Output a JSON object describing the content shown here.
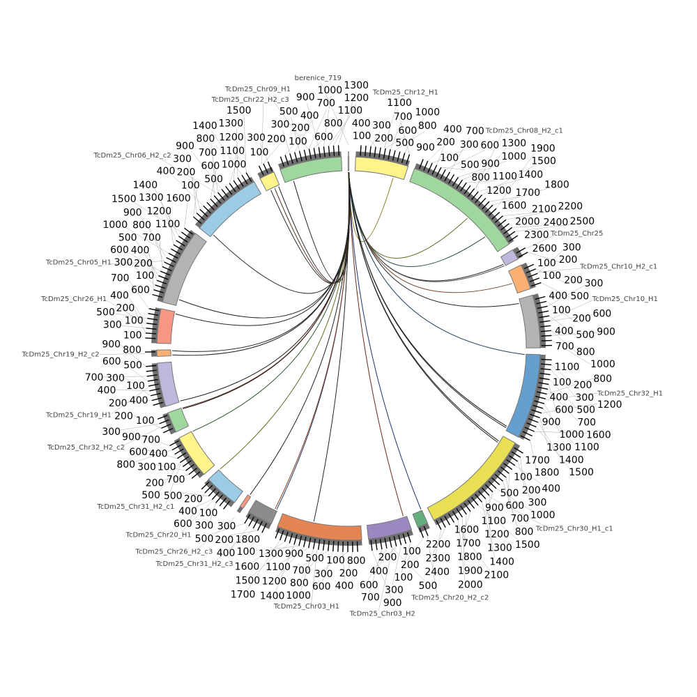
{
  "tick_interval": 100,
  "segments": [
    {
      "name": "berenice_719",
      "length": 20,
      "color": "#f0f0f0",
      "ticks": false
    },
    {
      "name": "TcDm25_Chr12_H1",
      "length": 1150,
      "color": "#fff38a"
    },
    {
      "name": "TcDm25_Chr08_H2_c1",
      "length": 2650,
      "color": "#9fd79f"
    },
    {
      "name": "TcDm25_Chr25",
      "length": 230,
      "color": "#bcb9dc"
    },
    {
      "name": "TcDm25_Chr10_H2_c1",
      "length": 550,
      "color": "#fcaf72"
    },
    {
      "name": "TcDm25_Chr10_H1",
      "length": 1150,
      "color": "#b3b3b3"
    },
    {
      "name": "TcDm25_Chr32_H1",
      "length": 1850,
      "color": "#649fcf"
    },
    {
      "name": "TcDm25_Chr30_H1_c1",
      "length": 2450,
      "color": "#e9df54"
    },
    {
      "name": "TcDm25_Chr20_H2_c2",
      "length": 230,
      "color": "#67ae7d"
    },
    {
      "name": "TcDm25_Chr03_H2",
      "length": 950,
      "color": "#9b88c1"
    },
    {
      "name": "TcDm25_Chr03_H1",
      "length": 1850,
      "color": "#e38552"
    },
    {
      "name": "TcDm25_Chr31_H2_c3",
      "length": 550,
      "color": "#8c8c8c"
    },
    {
      "name": "TcDm25_Chr26_H2_c3",
      "length": 80,
      "color": "#f79682",
      "ticks": false
    },
    {
      "name": "TcDm25_Chr20_H1",
      "length": 750,
      "color": "#9ccbe5"
    },
    {
      "name": "TcDm25_Chr31_H2_c1",
      "length": 950,
      "color": "#fff38a"
    },
    {
      "name": "TcDm25_Chr32_H2_c2",
      "length": 450,
      "color": "#9fd79f"
    },
    {
      "name": "TcDm25_Chr19_H1",
      "length": 950,
      "color": "#bcb9dc"
    },
    {
      "name": "TcDm25_Chr19_H2_c2",
      "length": 140,
      "color": "#fcaf72"
    },
    {
      "name": "TcDm25_Chr26_H1",
      "length": 750,
      "color": "#f79682"
    },
    {
      "name": "TcDm25_Chr05_H1",
      "length": 1650,
      "color": "#b3b3b3"
    },
    {
      "name": "TcDm25_Chr06_H2_c2",
      "length": 1550,
      "color": "#9ccbe5"
    },
    {
      "name": "TcDm25_Chr22_H2_c3",
      "length": 330,
      "color": "#fff38a"
    },
    {
      "name": "TcDm25_Chr09_H1",
      "length": 1350,
      "color": "#9fd79f"
    }
  ],
  "links": [
    {
      "from": [
        "berenice_719",
        5
      ],
      "to": [
        "TcDm25_Chr12_H1",
        900
      ],
      "color": "#8a7d20"
    },
    {
      "from": [
        "berenice_719",
        6
      ],
      "to": [
        "TcDm25_Chr08_H2_c1",
        1600
      ],
      "color": "#6b6b20"
    },
    {
      "from": [
        "berenice_719",
        7
      ],
      "to": [
        "TcDm25_Chr08_H2_c1",
        2200
      ],
      "color": "#2f4f3f"
    },
    {
      "from": [
        "berenice_719",
        8
      ],
      "to": [
        "TcDm25_Chr25",
        180
      ],
      "color": "#222"
    },
    {
      "from": [
        "berenice_719",
        8
      ],
      "to": [
        "TcDm25_Chr25",
        220
      ],
      "color": "#555"
    },
    {
      "from": [
        "berenice_719",
        9
      ],
      "to": [
        "TcDm25_Chr10_H2_c1",
        300
      ],
      "color": "#7a4a2a"
    },
    {
      "from": [
        "berenice_719",
        9
      ],
      "to": [
        "TcDm25_Chr10_H1",
        100
      ],
      "color": "#222"
    },
    {
      "from": [
        "berenice_719",
        10
      ],
      "to": [
        "TcDm25_Chr32_H1",
        10
      ],
      "color": "#1f3f5f"
    },
    {
      "from": [
        "berenice_719",
        10
      ],
      "to": [
        "TcDm25_Chr32_H1",
        1750
      ],
      "color": "#222"
    },
    {
      "from": [
        "berenice_719",
        11
      ],
      "to": [
        "TcDm25_Chr32_H1",
        1790
      ],
      "color": "#222"
    },
    {
      "from": [
        "berenice_719",
        11
      ],
      "to": [
        "TcDm25_Chr30_H1_c1",
        150
      ],
      "color": "#222"
    },
    {
      "from": [
        "berenice_719",
        12
      ],
      "to": [
        "TcDm25_Chr30_H1_c1",
        190
      ],
      "color": "#222"
    },
    {
      "from": [
        "berenice_719",
        12
      ],
      "to": [
        "TcDm25_Chr20_H2_c2",
        10
      ],
      "color": "#1f2f6f"
    },
    {
      "from": [
        "berenice_719",
        13
      ],
      "to": [
        "TcDm25_Chr03_H2",
        80
      ],
      "color": "#6b2a1a"
    },
    {
      "from": [
        "berenice_719",
        13
      ],
      "to": [
        "TcDm25_Chr03_H1",
        1100
      ],
      "color": "#222"
    },
    {
      "from": [
        "berenice_719",
        14
      ],
      "to": [
        "TcDm25_Chr31_H2_c3",
        20
      ],
      "color": "#1f3f6f"
    },
    {
      "from": [
        "berenice_719",
        14
      ],
      "to": [
        "TcDm25_Chr31_H2_c3",
        60
      ],
      "color": "#8a3a20"
    },
    {
      "from": [
        "berenice_719",
        15
      ],
      "to": [
        "TcDm25_Chr26_H2_c3",
        40
      ],
      "color": "#222"
    },
    {
      "from": [
        "berenice_719",
        15
      ],
      "to": [
        "TcDm25_Chr20_H1",
        740
      ],
      "color": "#6b6b20"
    },
    {
      "from": [
        "berenice_719",
        16
      ],
      "to": [
        "TcDm25_Chr31_H2_c1",
        940
      ],
      "color": "#2f5f2f"
    },
    {
      "from": [
        "berenice_719",
        16
      ],
      "to": [
        "TcDm25_Chr32_H2_c2",
        420
      ],
      "color": "#222"
    },
    {
      "from": [
        "berenice_719",
        16
      ],
      "to": [
        "TcDm25_Chr32_H2_c2",
        440
      ],
      "color": "#5a2a1a"
    },
    {
      "from": [
        "berenice_719",
        17
      ],
      "to": [
        "TcDm25_Chr19_H1",
        20
      ],
      "color": "#222"
    },
    {
      "from": [
        "berenice_719",
        17
      ],
      "to": [
        "TcDm25_Chr19_H2_c2",
        20
      ],
      "color": "#222"
    },
    {
      "from": [
        "berenice_719",
        17
      ],
      "to": [
        "TcDm25_Chr19_H2_c2",
        120
      ],
      "color": "#222"
    },
    {
      "from": [
        "berenice_719",
        18
      ],
      "to": [
        "TcDm25_Chr26_H1",
        700
      ],
      "color": "#222"
    },
    {
      "from": [
        "berenice_719",
        18
      ],
      "to": [
        "TcDm25_Chr05_H1",
        150
      ],
      "color": "#222"
    },
    {
      "from": [
        "berenice_719",
        19
      ],
      "to": [
        "TcDm25_Chr06_H2_c2",
        80
      ],
      "color": "#222"
    },
    {
      "from": [
        "berenice_719",
        19
      ],
      "to": [
        "TcDm25_Chr22_H2_c3",
        100
      ],
      "color": "#222"
    },
    {
      "from": [
        "berenice_719",
        19
      ],
      "to": [
        "TcDm25_Chr22_H2_c3",
        200
      ],
      "color": "#5a2a1a"
    },
    {
      "from": [
        "berenice_719",
        20
      ],
      "to": [
        "TcDm25_Chr22_H2_c3",
        300
      ],
      "color": "#222"
    },
    {
      "from": [
        "berenice_719",
        20
      ],
      "to": [
        "TcDm25_Chr09_H1",
        200
      ],
      "color": "#222"
    }
  ]
}
